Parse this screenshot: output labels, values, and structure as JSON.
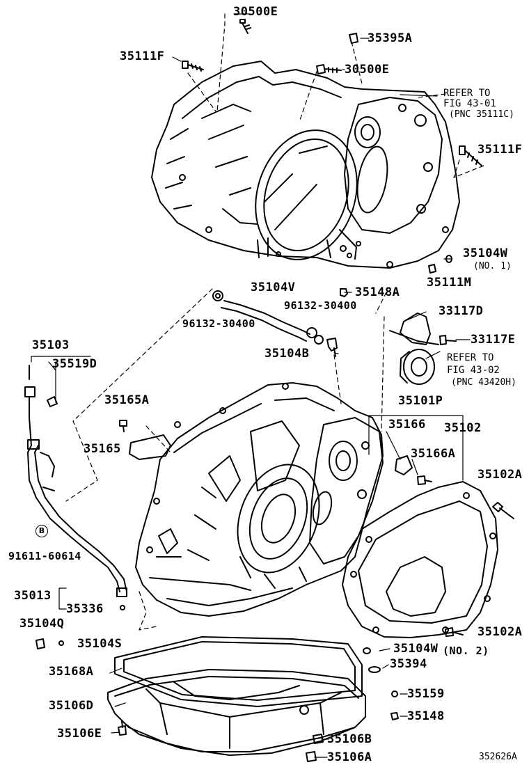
{
  "parts": {
    "p30500E_top": "30500E",
    "p35395A": "35395A",
    "p35111F_left": "35111F",
    "p30500E_mid": "30500E",
    "p35111F_right": "35111F",
    "p35104W_top": "35104W",
    "p35104W_no1": "(NO. 1)",
    "p35111M": "35111M",
    "p35104V": "35104V",
    "p35148A": "35148A",
    "p96132_right": "96132-30400",
    "p96132_left": "96132-30400",
    "p33117D": "33117D",
    "p33117E": "33117E",
    "p35103": "35103",
    "p35519D": "35519D",
    "p35104B": "35104B",
    "p35165A": "35165A",
    "p35101P": "35101P",
    "p35165": "35165",
    "p35166": "35166",
    "p35102": "35102",
    "p35166A": "35166A",
    "p35102A_top": "35102A",
    "circle_B": "B",
    "p91611": "91611-60614",
    "p35013": "35013",
    "p35336": "35336",
    "p35104Q": "35104Q",
    "p35104S": "35104S",
    "p35102A_bot": "35102A",
    "p35104W_bot": "35104W",
    "p35104W_no2": "(NO. 2)",
    "p35168A": "35168A",
    "p35394": "35394",
    "p35159": "35159",
    "p35106D": "35106D",
    "p35148": "35148",
    "p35106E": "35106E",
    "p35106B": "35106B",
    "p35106A": "35106A"
  },
  "notes": {
    "refer1_l1": "REFER TO",
    "refer1_l2": "FIG 43-01",
    "refer1_l3": "(PNC 35111C)",
    "refer2_l1": "REFER TO",
    "refer2_l2": "FIG 43-02",
    "refer2_l3": "(PNC 43420H)"
  },
  "figure_id": "352626A"
}
